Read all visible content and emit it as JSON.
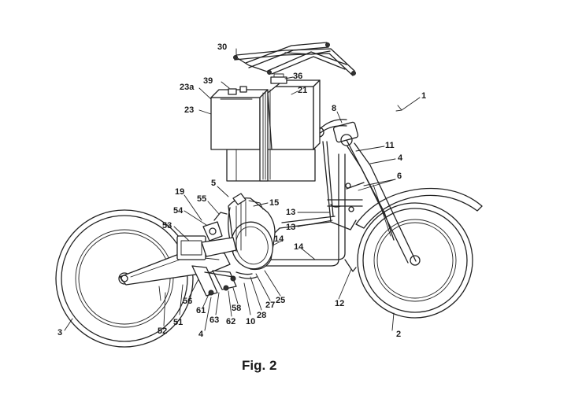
{
  "caption": "Fig. 2",
  "labels": {
    "l1": "1",
    "l2": "2",
    "l3": "3",
    "l4a": "4",
    "l4b": "4",
    "l5": "5",
    "l6": "6",
    "l8": "8",
    "l10": "10",
    "l11": "11",
    "l12": "12",
    "l13a": "13",
    "l13b": "13",
    "l14a": "14",
    "l14b": "14",
    "l15": "15",
    "l19": "19",
    "l21": "21",
    "l23": "23",
    "l23a": "23a",
    "l25": "25",
    "l27": "27",
    "l28": "28",
    "l30": "30",
    "l36": "36",
    "l39": "39",
    "l51": "51",
    "l52": "52",
    "l53": "53",
    "l54": "54",
    "l55": "55",
    "l56": "56",
    "l58": "58",
    "l61": "61",
    "l62": "62",
    "l63": "63"
  }
}
